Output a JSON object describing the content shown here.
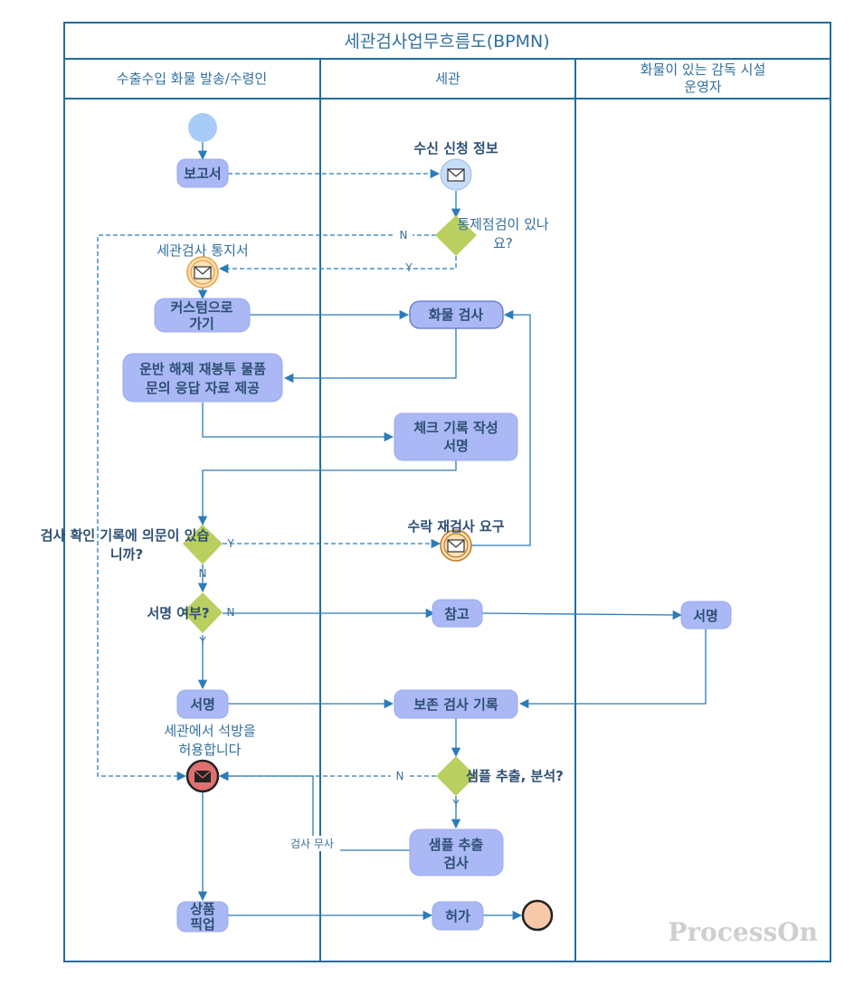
{
  "title": "세관검사업무흐름도(BPMN)",
  "lanes": {
    "shipper": "수출수입 화물 발송/수령인",
    "customs": "세관",
    "operator_line1": "화물이 있는 감독 시설",
    "operator_line2": "운영자"
  },
  "tasks": {
    "report": "보고서",
    "go_customs_1": "커스텀으로",
    "go_customs_2": "가기",
    "provide_docs_1": "운반 해제 재봉투 물품",
    "provide_docs_2": "문의 응답 자료 제공",
    "cargo_inspection": "화물 검사",
    "check_record_1": "체크 기록 작성",
    "check_record_2": "서명",
    "reference": "참고",
    "sign_shipper": "서명",
    "sign_operator": "서명",
    "keep_record": "보존 검사 기록",
    "sample_inspection_1": "샘플 추출",
    "sample_inspection_2": "검사",
    "pickup_1": "상품",
    "pickup_2": "픽업",
    "permit": "허가"
  },
  "events": {
    "receive_info": "수신 신청 정보",
    "inspection_notice": "세관검사 통지서",
    "reinspection_request": "수락 재검사 요구",
    "release_allowed_1": "세관에서 석방을",
    "release_allowed_2": "허용합니다"
  },
  "gateways": {
    "control_check_1": "통제점검이 있나",
    "control_check_2": "요?",
    "doubt_record_1": "검사 확인 기록에 의문이 있습",
    "doubt_record_2": "니까?",
    "signed": "서명 여부?",
    "sample_analysis": "샘플 추출, 분석?"
  },
  "flow_labels": {
    "n1": "N",
    "y1": "Y",
    "y2": "Y",
    "n2": "N",
    "n3": "N",
    "y3": "Y",
    "n4": "N",
    "y4": "Y",
    "no_issue": "검사 무사"
  },
  "watermark": "ProcessOn",
  "colors": {
    "lane_border": "#1f6f9a",
    "task_fill": "#aab8f5",
    "task_stroke": "#9aaaf0",
    "gateway_fill": "#b9cf5f",
    "start_fill": "#a9ccf7",
    "end_fill": "#f8c9a8",
    "error_end_fill": "#e07070",
    "message_fill": "#c6dcf8",
    "intermediate_ring": "#e8a040",
    "flow": "#2b7bb9"
  },
  "icons": [
    "message-icon",
    "envelope-icon"
  ]
}
